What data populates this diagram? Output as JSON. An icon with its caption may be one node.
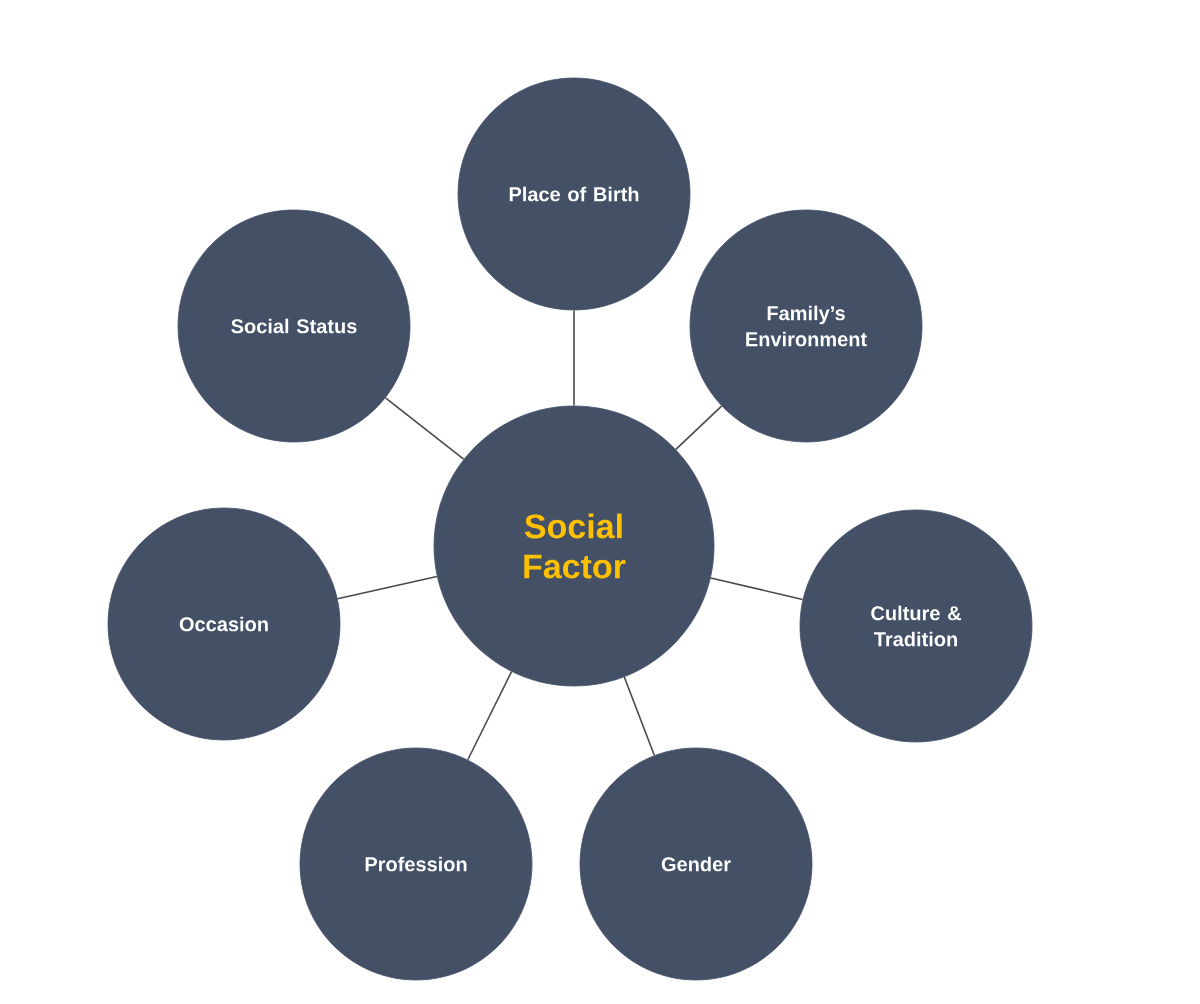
{
  "diagram": {
    "nodes": [
      {
        "text": [
          "Social Factor"
        ]
      },
      {
        "text": [
          "Place of Birth"
        ]
      },
      {
        "text": [
          "Family’s Environment"
        ]
      },
      {
        "text": [
          "Culture & Tradition"
        ]
      },
      {
        "text": [
          "Gender"
        ]
      },
      {
        "text": [
          "Profession"
        ]
      },
      {
        "text": [
          "Occasion"
        ]
      },
      {
        "text": [
          "Social Status"
        ]
      }
    ],
    "edges": [
      {
        "from": 0,
        "to": 1,
        "arrow": "none"
      },
      {
        "from": 0,
        "to": 2,
        "arrow": "none"
      },
      {
        "from": 0,
        "to": 3,
        "arrow": "none"
      },
      {
        "from": 0,
        "to": 4,
        "arrow": "none"
      },
      {
        "from": 0,
        "to": 5,
        "arrow": "none"
      },
      {
        "from": 0,
        "to": 6,
        "arrow": "none"
      },
      {
        "from": 0,
        "to": 7,
        "arrow": "none"
      }
    ]
  }
}
